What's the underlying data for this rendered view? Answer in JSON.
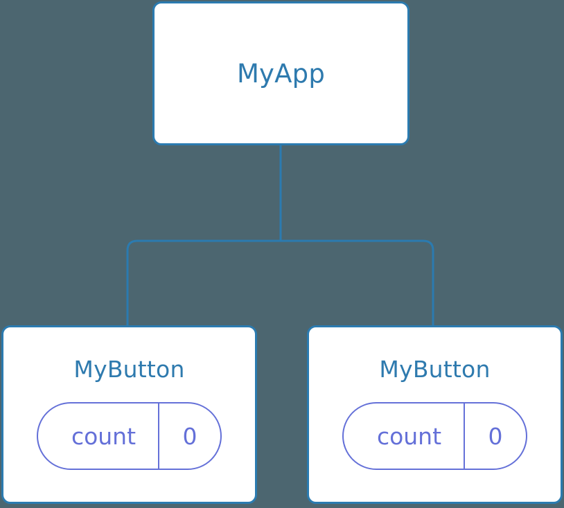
{
  "diagram": {
    "type": "component-tree",
    "background_color": "#4c6670",
    "node_border_color": "#2b7bb0",
    "node_fill_color": "#ffffff",
    "node_title_color": "#2e7aae",
    "connector_color": "#2b7bb0",
    "state_accent_color": "#6470d8",
    "root": {
      "title": "MyApp"
    },
    "children": [
      {
        "title": "MyButton",
        "state": {
          "key": "count",
          "value": "0"
        }
      },
      {
        "title": "MyButton",
        "state": {
          "key": "count",
          "value": "0"
        }
      }
    ]
  }
}
